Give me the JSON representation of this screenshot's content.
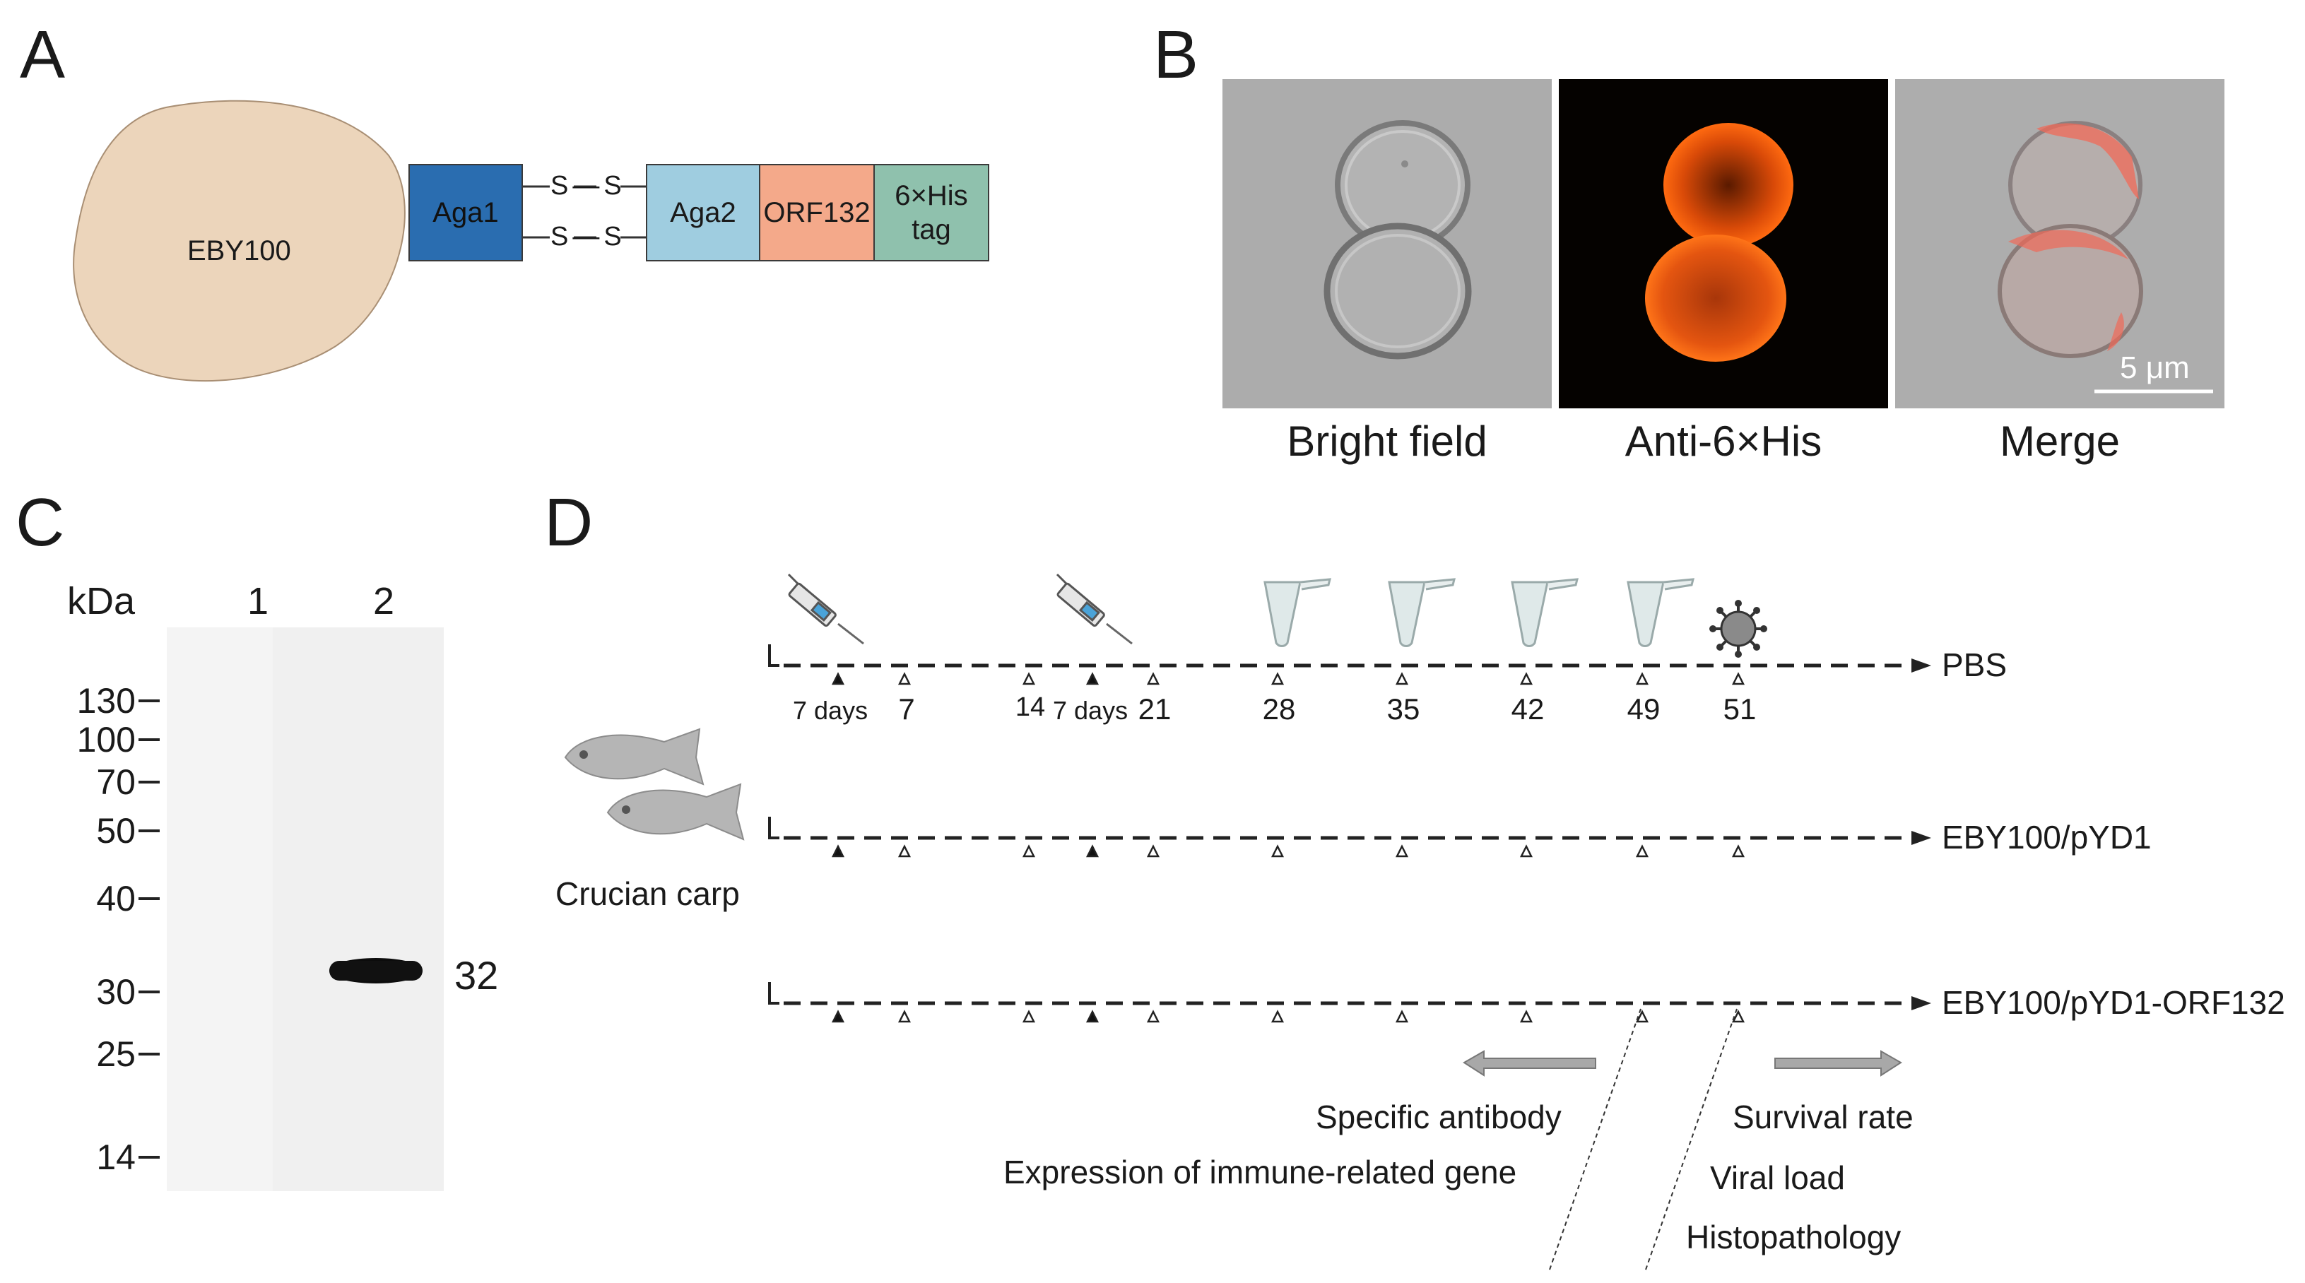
{
  "panel_A": {
    "letter": "A",
    "cell": "EBY100",
    "aga1": "Aga1",
    "disulfide_top": "S—S",
    "disulfide_bottom": "S—S",
    "aga2": "Aga2",
    "orf": "ORF132",
    "tag_line1": "6×His",
    "tag_line2": "tag",
    "colors": {
      "cell": "#ecd5bb",
      "aga1": "#2a6db0",
      "aga2": "#9fcde0",
      "orf": "#f4a98a",
      "tag": "#8fc1ad"
    }
  },
  "panel_B": {
    "letter": "B",
    "labels": [
      "Bright field",
      "Anti-6×His",
      "Merge"
    ],
    "scale_bar": "5 μm"
  },
  "panel_C": {
    "letter": "C",
    "unit": "kDa",
    "lanes": [
      "1",
      "2"
    ],
    "markers": [
      "130",
      "100",
      "70",
      "50",
      "40",
      "30",
      "25",
      "14"
    ],
    "band_label": "32"
  },
  "panel_D": {
    "letter": "D",
    "fish_label": "Crucian carp",
    "days": [
      "7",
      "14",
      "21",
      "28",
      "35",
      "42",
      "49",
      "51"
    ],
    "interval_label_1": "7 days",
    "interval_label_2": "7 days",
    "groups": [
      "PBS",
      "EBY100/pYD1",
      "EBY100/pYD1-ORF132"
    ],
    "left_outcomes": [
      "Specific antibody",
      "Expression of immune-related gene"
    ],
    "right_outcomes": [
      "Survival rate",
      "Viral load",
      "Histopathology"
    ],
    "icons": [
      "syringe-icon",
      "tube-icon",
      "virus-icon",
      "fish-icon"
    ]
  }
}
